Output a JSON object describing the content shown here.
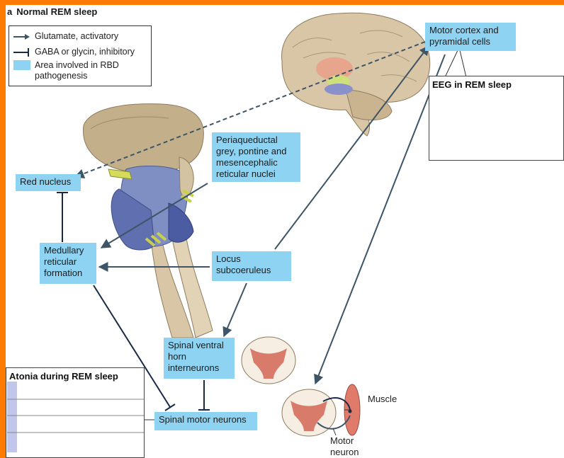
{
  "figure": {
    "panel_letter": "a",
    "title": "Normal REM sleep"
  },
  "legend": {
    "items": [
      {
        "label": "Glutamate, activatory"
      },
      {
        "label": "GABA or glycin, inhibitory"
      },
      {
        "label": "Area involved in RBD pathogenesis"
      }
    ]
  },
  "boxes": {
    "motor_cortex": "Motor cortex and pyramidal cells",
    "pag": "Periaqueductal grey, pontine and mesencephalic reticular nuclei",
    "red_nucleus": "Red nucleus",
    "medullary": "Medullary reticular formation",
    "locus": "Locus subcoeruleus",
    "spinal_interneurons": "Spinal ventral horn interneurons",
    "spinal_motor": "Spinal motor neurons"
  },
  "panels": {
    "eeg_title": "EEG in REM sleep",
    "atonia_title": "Atonia during REM sleep"
  },
  "labels": {
    "muscle": "Muscle",
    "motor_neuron": "Motor neuron"
  },
  "colors": {
    "highlight": "#8fd3f2",
    "arrow": "#3d5566",
    "frame": "#ff7a00"
  }
}
